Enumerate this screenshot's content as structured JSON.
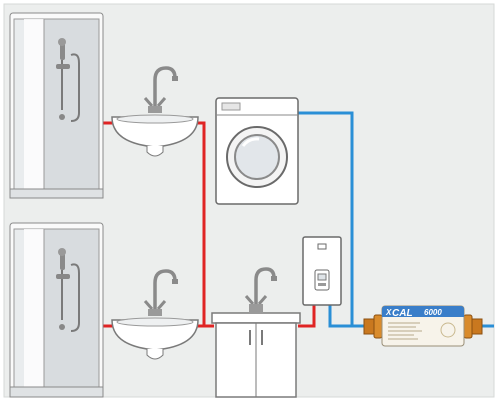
{
  "diagram": {
    "colors": {
      "background": "#eceeed",
      "hot_pipe": "#e02424",
      "cold_pipe": "#2a8fd6",
      "appliance_fill": "#ffffff",
      "appliance_stroke": "#6a6a6a",
      "chrome": "#8a8a8a",
      "brass": "#c9781f",
      "device_blue": "#3a7ec9"
    },
    "device": {
      "brand": "CAL",
      "model": "6000",
      "brand_prefix": "X"
    },
    "icons": [
      "shower-cabin-icon",
      "sink-icon",
      "faucet-icon",
      "washing-machine-icon",
      "water-heater-icon",
      "vanity-cabinet-icon",
      "water-treatment-device-icon"
    ]
  }
}
